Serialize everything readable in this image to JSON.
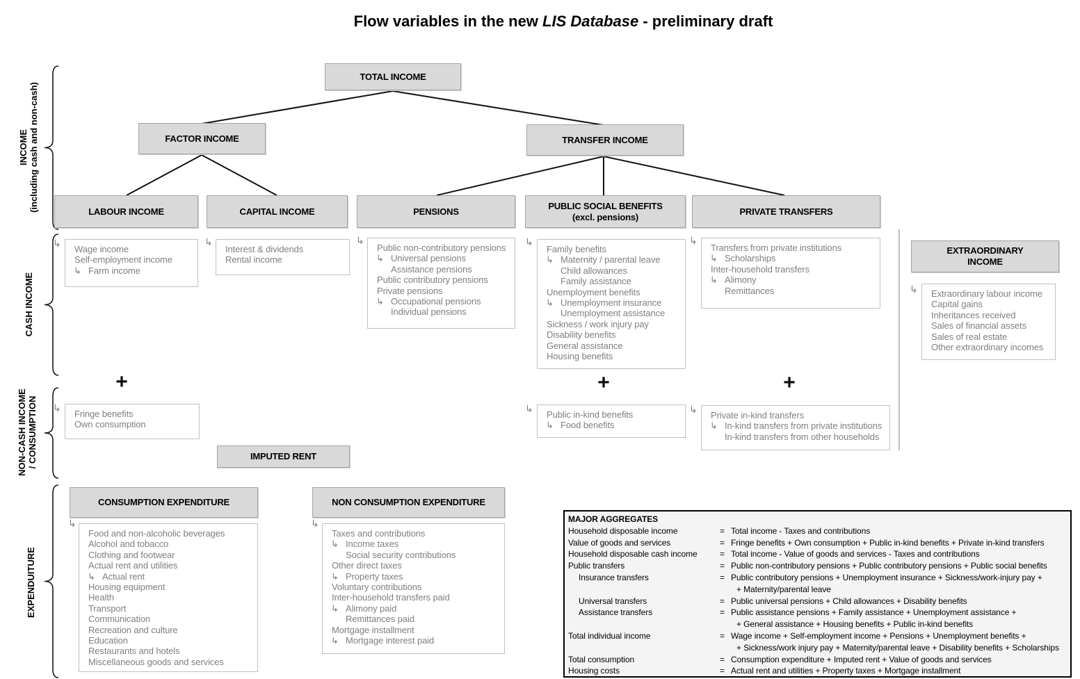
{
  "title": {
    "prefix": "Flow variables in the new ",
    "italic": "LIS Database",
    "suffix": " - preliminary draft"
  },
  "icons": {
    "corner_arrow": "↳"
  },
  "plus_sign": "+",
  "side_labels": {
    "income": {
      "line1": "INCOME",
      "line2": "(including cash and non-cash)"
    },
    "cash_income": {
      "line1": "CASH INCOME"
    },
    "non_cash": {
      "line1": "NON-CASH INCOME",
      "line2": "/ CONSUMPTION"
    },
    "expenditure": {
      "line1": "EXPENDUITURE"
    }
  },
  "nodes": {
    "total_income": "TOTAL INCOME",
    "factor_income": "FACTOR INCOME",
    "transfer_income": "TRANSFER INCOME",
    "labour_income": "LABOUR INCOME",
    "capital_income": "CAPITAL INCOME",
    "pensions": "PENSIONS",
    "public_social_benefits": [
      "PUBLIC SOCIAL BENEFITS",
      "(excl. pensions)"
    ],
    "private_transfers": "PRIVATE TRANSFERS",
    "extraordinary_income": [
      "EXTRAORDINARY",
      "INCOME"
    ],
    "imputed_rent": "IMPUTED RENT",
    "consumption_expenditure": "CONSUMPTION EXPENDITURE",
    "non_consumption_expenditure": "NON CONSUMPTION  EXPENDITURE"
  },
  "lists": {
    "labour": [
      {
        "text": "Wage income"
      },
      {
        "text": "Self-employment income"
      },
      {
        "text": "Farm income",
        "indent": 1,
        "arrow": true
      }
    ],
    "capital": [
      {
        "text": "Interest & dividends"
      },
      {
        "text": "Rental income"
      }
    ],
    "pensions": [
      {
        "text": "Public non-contributory pensions"
      },
      {
        "text": "Universal pensions",
        "indent": 1,
        "arrow": true
      },
      {
        "text": "Assistance pensions",
        "indent": 1
      },
      {
        "text": "Public contributory pensions"
      },
      {
        "text": "Private pensions"
      },
      {
        "text": "Occupational pensions",
        "indent": 1,
        "arrow": true
      },
      {
        "text": "Individual pensions",
        "indent": 1
      }
    ],
    "public_social_benefits": [
      {
        "text": "Family benefits"
      },
      {
        "text": "Maternity / parental leave",
        "indent": 1,
        "arrow": true
      },
      {
        "text": "Child allowances",
        "indent": 1
      },
      {
        "text": "Family assistance",
        "indent": 1
      },
      {
        "text": "Unemployment benefits"
      },
      {
        "text": "Unemployment insurance",
        "indent": 1,
        "arrow": true
      },
      {
        "text": "Unemployment assistance",
        "indent": 1
      },
      {
        "text": "Sickness / work injury pay"
      },
      {
        "text": "Disability benefits"
      },
      {
        "text": "General assistance"
      },
      {
        "text": "Housing benefits"
      }
    ],
    "private_transfers": [
      {
        "text": "Transfers from private institutions"
      },
      {
        "text": "Scholarships",
        "indent": 1,
        "arrow": true
      },
      {
        "text": "Inter-household transfers"
      },
      {
        "text": "Alimony",
        "indent": 1,
        "arrow": true
      },
      {
        "text": "Remittances",
        "indent": 1
      }
    ],
    "extraordinary": [
      {
        "text": "Extraordinary labour income"
      },
      {
        "text": "Capital gains"
      },
      {
        "text": "Inheritances received"
      },
      {
        "text": "Sales of financial assets"
      },
      {
        "text": "Sales of real estate"
      },
      {
        "text": "Other extraordinary incomes"
      }
    ],
    "fringe": [
      {
        "text": "Fringe benefits"
      },
      {
        "text": "Own consumption"
      }
    ],
    "public_inkind": [
      {
        "text": "Public in-kind benefits"
      },
      {
        "text": "Food benefits",
        "indent": 1,
        "arrow": true
      }
    ],
    "private_inkind": [
      {
        "text": "Private in-kind transfers"
      },
      {
        "text": "In-kind transfers from private institutions",
        "indent": 1,
        "arrow": true
      },
      {
        "text": "In-kind transfers from other households",
        "indent": 1
      }
    ],
    "consumption": [
      {
        "text": "Food and non-alcoholic beverages"
      },
      {
        "text": "Alcohol and tobacco"
      },
      {
        "text": "Clothing and footwear"
      },
      {
        "text": "Actual rent and utilities"
      },
      {
        "text": "Actual rent",
        "indent": 1,
        "arrow": true
      },
      {
        "text": "Housing equipment"
      },
      {
        "text": "Health"
      },
      {
        "text": "Transport"
      },
      {
        "text": "Communication"
      },
      {
        "text": "Recreation and culture"
      },
      {
        "text": "Education"
      },
      {
        "text": "Restaurants and hotels"
      },
      {
        "text": "Miscellaneous goods and services"
      }
    ],
    "non_consumption": [
      {
        "text": "Taxes and contributions"
      },
      {
        "text": "Income taxes",
        "indent": 1,
        "arrow": true
      },
      {
        "text": "Social security contributions",
        "indent": 1
      },
      {
        "text": "Other direct taxes"
      },
      {
        "text": "Property taxes",
        "indent": 1,
        "arrow": true
      },
      {
        "text": "Voluntary contributions"
      },
      {
        "text": "Inter-household transfers paid"
      },
      {
        "text": "Alimony paid",
        "indent": 1,
        "arrow": true
      },
      {
        "text": "Remittances paid",
        "indent": 1
      },
      {
        "text": "Mortgage installment"
      },
      {
        "text": "Mortgage interest paid",
        "indent": 1,
        "arrow": true
      }
    ]
  },
  "aggregates": {
    "header": "MAJOR AGGREGATES",
    "equals": "=",
    "rows": [
      {
        "label": "Household disposable income",
        "def": [
          "Total income - Taxes and contributions"
        ]
      },
      {
        "label": "Value of goods and services",
        "def": [
          "Fringe benefits + Own consumption + Public in-kind benefits + Private in-kind transfers"
        ]
      },
      {
        "label": "Household disposable cash income",
        "def": [
          "Total income - Value of goods and services - Taxes and contributions"
        ]
      },
      {
        "label": "Public transfers",
        "def": [
          "Public non-contributory pensions + Public contributory pensions  + Public social benefits"
        ]
      },
      {
        "label": "Insurance transfers",
        "indent": 1,
        "def": [
          "Public contributory pensions + Unemployment insurance + Sickness/work-injury pay +",
          "+ Maternity/parental leave"
        ]
      },
      {
        "label": "Universal transfers",
        "indent": 1,
        "def": [
          "Public universal pensions + Child allowances + Disability benefits"
        ]
      },
      {
        "label": "Assistance transfers",
        "indent": 1,
        "def": [
          "Public assistance pensions + Family assistance + Unemployment assistance +",
          "+ General assistance + Housing benefits + Public in-kind benefits"
        ]
      },
      {
        "label": "Total individual income",
        "def": [
          "Wage income + Self-employment income + Pensions + Unemployment benefits +",
          "+ Sickness/work injury pay + Maternity/parental leave + Disability benefits + Scholarships"
        ]
      },
      {
        "label": "Total consumption",
        "def": [
          "Consumption expenditure + Imputed rent + Value of goods and services"
        ]
      },
      {
        "label": "Housing costs",
        "def": [
          "Actual rent and utilities + Property taxes + Mortgage installment"
        ]
      }
    ]
  }
}
